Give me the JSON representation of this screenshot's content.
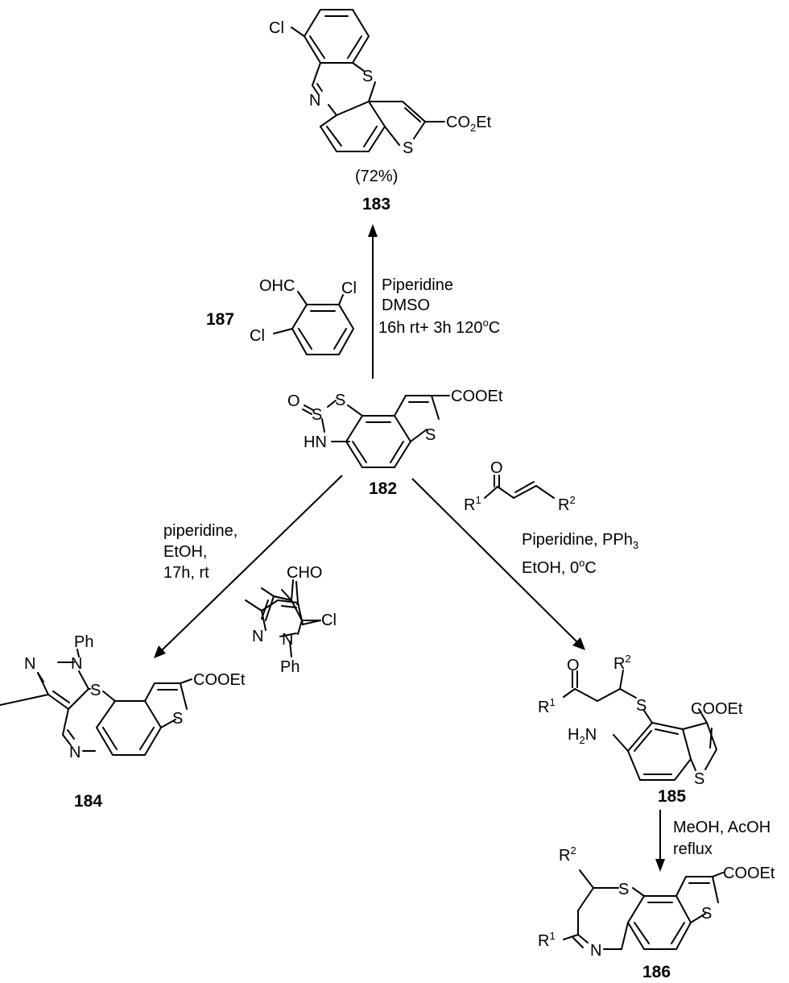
{
  "compounds": {
    "c182": {
      "id": "182"
    },
    "c183": {
      "id": "183",
      "yield": "(72%)"
    },
    "c184": {
      "id": "184"
    },
    "c185": {
      "id": "185"
    },
    "c186": {
      "id": "186"
    },
    "c187": {
      "id": "187"
    }
  },
  "labels": {
    "cl": "Cl",
    "s": "S",
    "n": "N",
    "o": "O",
    "nh": "HN",
    "co2et": "CO",
    "co2et_sub": "2",
    "co2et_tail": "Et",
    "cooet": "COOEt",
    "ohc": "OHC",
    "cho": "CHO",
    "ph": "Ph",
    "h2n": "H",
    "h2n_sub": "2",
    "h2n_tail": "N",
    "r": "R",
    "sup1": "1",
    "sup2": "2"
  },
  "conditions": {
    "to183": [
      "Piperidine",
      "DMSO",
      "16h rt+ 3h 120",
      "o",
      "C"
    ],
    "to184": [
      "piperidine,",
      "EtOH,",
      "17h, rt"
    ],
    "to185": [
      "Piperidine, PPh",
      "3",
      "EtOH, 0",
      "o",
      "C"
    ],
    "to186": [
      "MeOH, AcOH",
      "reflux"
    ]
  }
}
